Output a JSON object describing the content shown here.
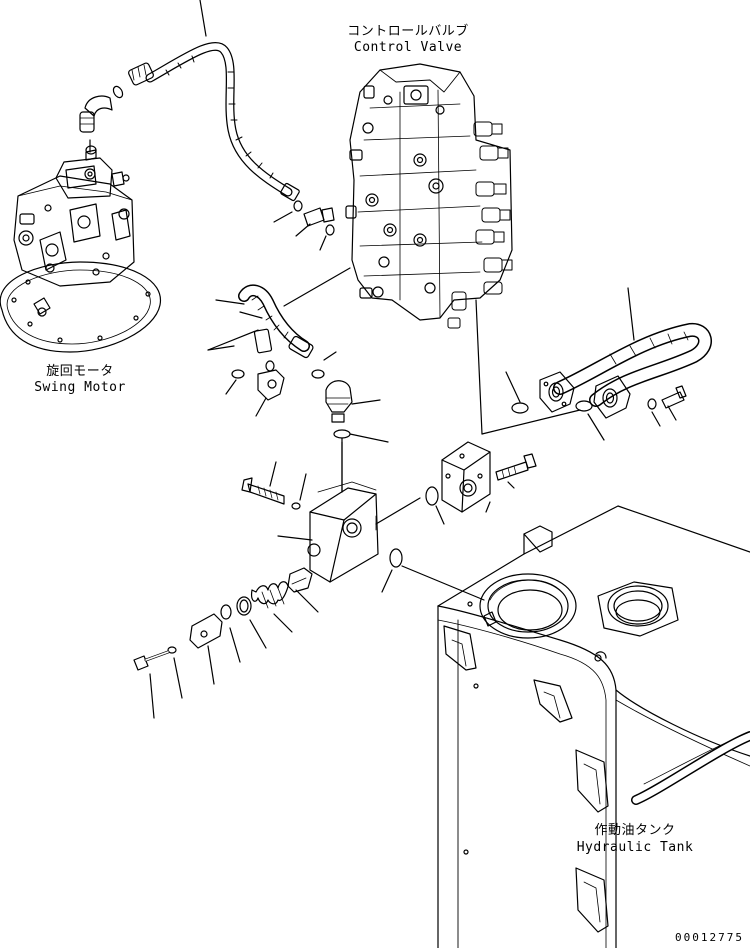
{
  "labels": {
    "control_valve_ja": "コントロールバルブ",
    "control_valve_en": "Control Valve",
    "swing_motor_ja": "旋回モータ",
    "swing_motor_en": "Swing Motor",
    "hydraulic_tank_ja": "作動油タンク",
    "hydraulic_tank_en": "Hydraulic Tank"
  },
  "drawing_number": "00012775",
  "colors": {
    "line": "#000000",
    "background": "#ffffff"
  }
}
